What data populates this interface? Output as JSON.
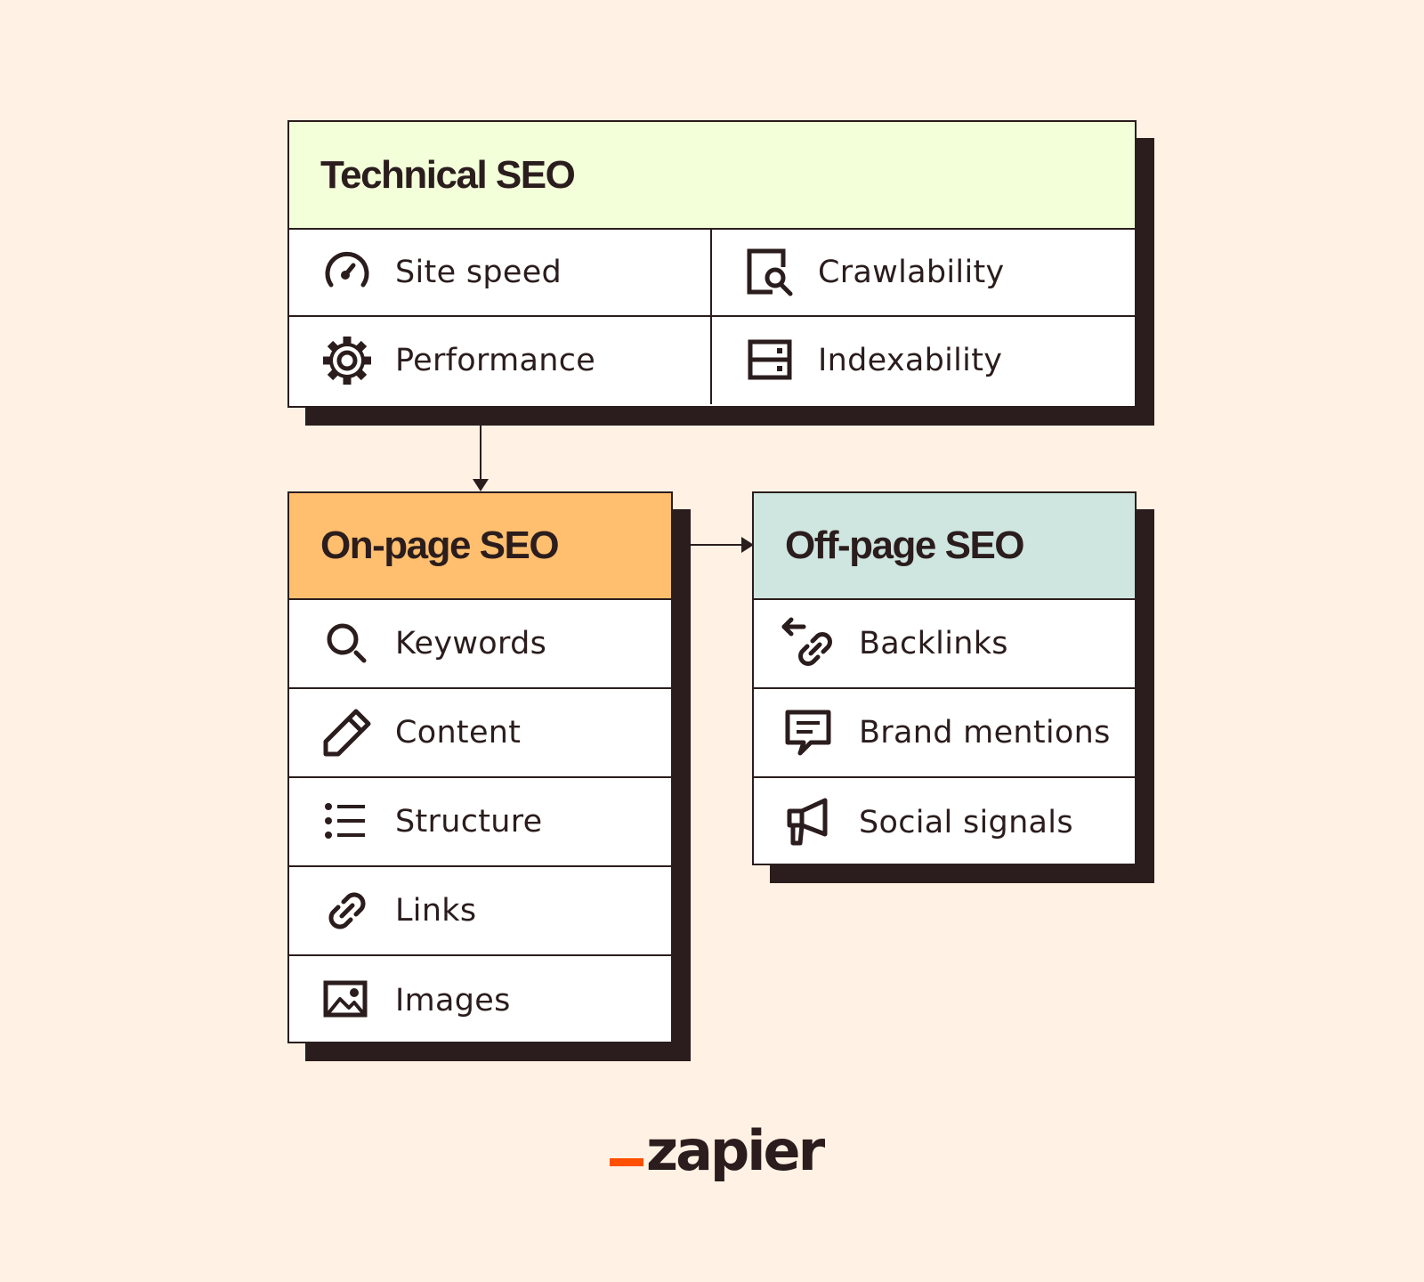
{
  "colors": {
    "background": "#fff2e4",
    "ink": "#2b1d1d",
    "technical_header": "#f2ffd9",
    "onpage_header": "#ffbf6e",
    "offpage_header": "#cfe5df",
    "brand_accent": "#ff4f00"
  },
  "technical": {
    "title": "Technical SEO",
    "items": [
      {
        "label": "Site speed",
        "icon": "speedometer-icon"
      },
      {
        "label": "Crawlability",
        "icon": "page-search-icon"
      },
      {
        "label": "Performance",
        "icon": "gear-icon"
      },
      {
        "label": "Indexability",
        "icon": "server-icon"
      }
    ]
  },
  "onpage": {
    "title": "On-page SEO",
    "items": [
      {
        "label": "Keywords",
        "icon": "search-icon"
      },
      {
        "label": "Content",
        "icon": "pencil-icon"
      },
      {
        "label": "Structure",
        "icon": "list-icon"
      },
      {
        "label": "Links",
        "icon": "link-icon"
      },
      {
        "label": "Images",
        "icon": "image-icon"
      }
    ]
  },
  "offpage": {
    "title": "Off-page SEO",
    "items": [
      {
        "label": "Backlinks",
        "icon": "backlink-icon"
      },
      {
        "label": "Brand mentions",
        "icon": "comment-icon"
      },
      {
        "label": "Social signals",
        "icon": "megaphone-icon"
      }
    ]
  },
  "brand": {
    "logo_text": "zapier"
  }
}
